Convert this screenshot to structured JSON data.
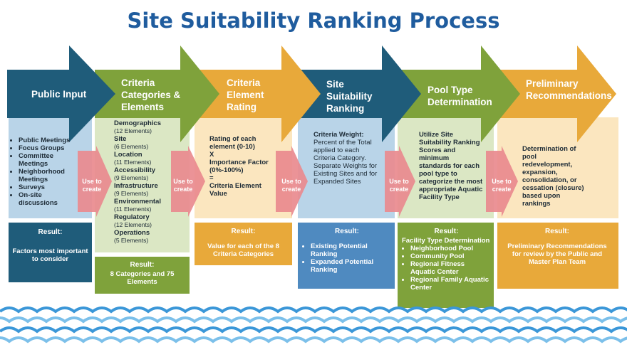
{
  "title": "Site Suitability Ranking Process",
  "colors": {
    "navy": "#1f5c7a",
    "green": "#7fa23b",
    "gold": "#e8a93a",
    "title_blue": "#1f5c9e",
    "light_blue": "#b9d4e8",
    "light_green": "#dbe7c4",
    "light_gold": "#fbe6bf",
    "pink_arrow": "#e98a8e",
    "wave_blue": "#3b97d8"
  },
  "steps": [
    {
      "heading": "Public Input",
      "items": [
        "Public Meetings",
        "Focus Groups",
        "Committee Meetings",
        "Neighborhood Meetings",
        "Surveys",
        "On-site discussions"
      ],
      "use_to_create": "Use to create",
      "result_label": "Result:",
      "result_text": "Factors most important to consider"
    },
    {
      "heading": "Criteria Categories & Elements",
      "categories": [
        {
          "name": "Demographics",
          "count": "(12 Elements)"
        },
        {
          "name": "Site",
          "count": "(6 Elements)"
        },
        {
          "name": "Location",
          "count": "(11 Elements)"
        },
        {
          "name": "Accessibility",
          "count": "(9 Elements)"
        },
        {
          "name": "Infrastructure",
          "count": "(9 Elements)"
        },
        {
          "name": "Environmental",
          "count": "(11 Elements)"
        },
        {
          "name": "Regulatory",
          "count": "(12 Elements)"
        },
        {
          "name": "Operations",
          "count": "(5 Elements)"
        }
      ],
      "use_to_create": "Use to create",
      "result_label": "Result:",
      "result_text": "8 Categories and 75 Elements"
    },
    {
      "heading": "Criteria Element Rating",
      "lines": [
        "Rating of each element (0-10)",
        "X",
        "Importance Factor (0%-100%)",
        "=",
        "Criteria Element Value"
      ],
      "use_to_create": "Use to create",
      "result_label": "Result:",
      "result_text": "Value for each of the 8 Criteria Categories"
    },
    {
      "heading": "Site Suitability Ranking",
      "weight_label": "Criteria Weight:",
      "weight_text": "Percent of the Total applied to each Criteria Category. Separate Weights for Existing Sites and for Expanded Sites",
      "use_to_create": "Use to create",
      "result_label": "Result:",
      "result_items": [
        "Existing Potential Ranking",
        "Expanded Potential Ranking"
      ]
    },
    {
      "heading": "Pool Type Determination",
      "text": "Utilize Site Suitability Ranking Scores and minimum standards for each pool type to categorize the most appropriate Aquatic Facility Type",
      "use_to_create": "Use to create",
      "result_label": "Result:",
      "result_intro": "Facility Type Determination",
      "result_items": [
        "Neighborhood Pool",
        "Community Pool",
        "Regional Fitness Aquatic Center",
        "Regional Family Aquatic Center"
      ]
    },
    {
      "heading": "Preliminary Recommendations",
      "text": "Determination of pool redevelopment, expansion, consolidation, or cessation (closure) based upon rankings",
      "result_label": "Result:",
      "result_text": "Preliminary Recommendations for review by the Public and Master Plan Team"
    }
  ]
}
